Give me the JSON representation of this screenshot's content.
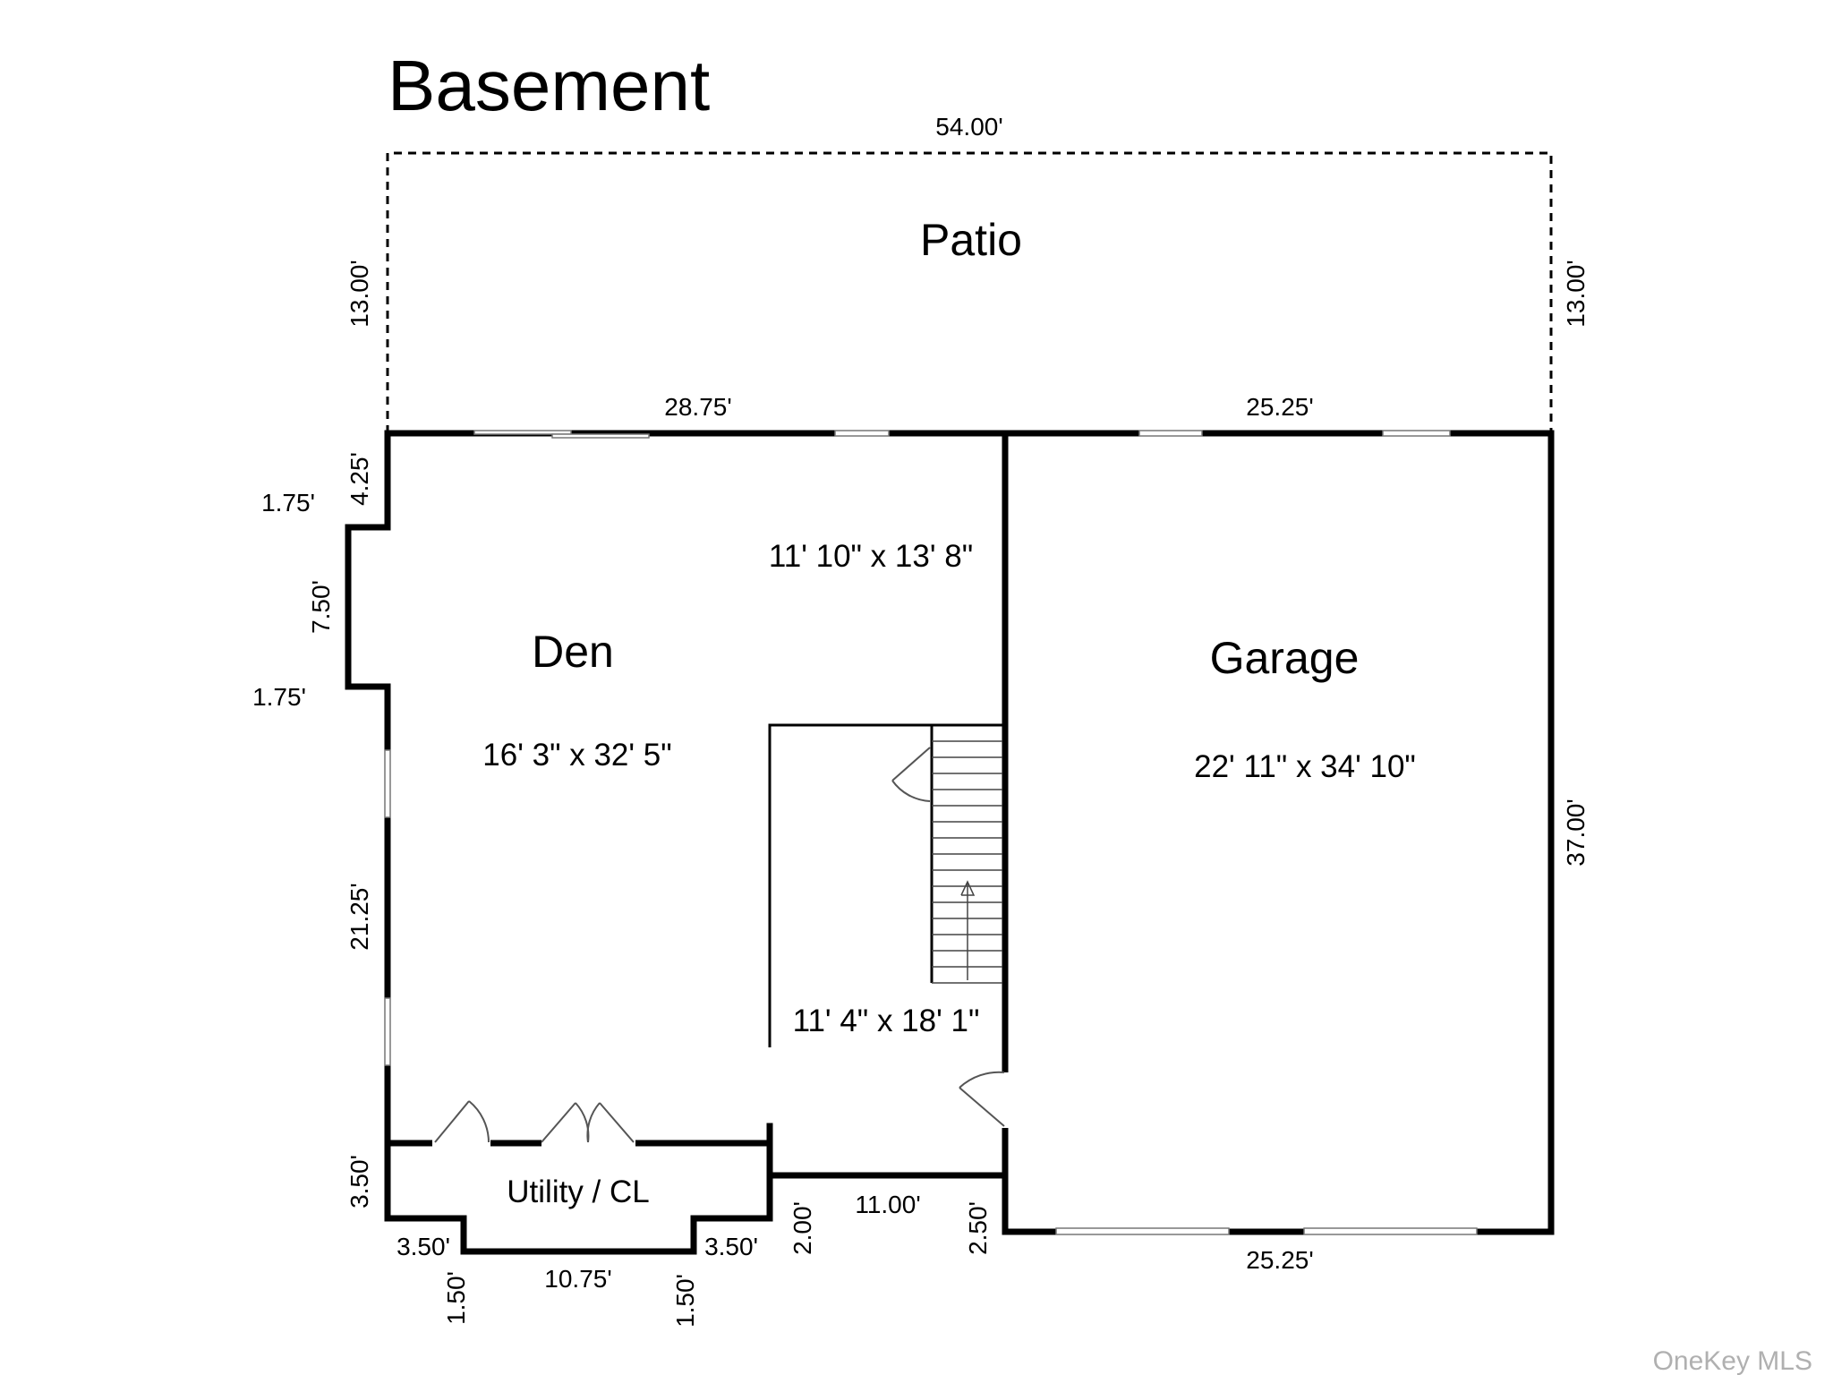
{
  "title": "Basement",
  "rooms": {
    "patio": "Patio",
    "den": "Den",
    "den_size": "16' 3\" x 32' 5\"",
    "den_upper_size": "11' 10\" x 13' 8\"",
    "stair_area_size": "11' 4\" x 18' 1\"",
    "garage": "Garage",
    "garage_size": "22' 11\" x 34' 10\"",
    "utility": "Utility / CL"
  },
  "dimensions": {
    "patio_width": "54.00'",
    "patio_depth_left": "13.00'",
    "patio_depth_right": "13.00'",
    "top_left_run": "28.75'",
    "top_right_run": "25.25'",
    "left_upper": "4.25'",
    "bump_top": "1.75'",
    "bump_height": "7.50'",
    "bump_bottom": "1.75'",
    "left_lower": "21.25'",
    "utility_height": "3.50'",
    "utility_left_step": "3.50'",
    "utility_left_drop": "1.50'",
    "utility_bottom": "10.75'",
    "utility_right_drop": "1.50'",
    "utility_right_step": "3.50'",
    "stair_bottom_drop": "2.00'",
    "stair_bottom_run": "11.00'",
    "garage_left_drop": "2.50'",
    "garage_bottom": "25.25'",
    "garage_right": "37.00'"
  },
  "watermark": "OneKey MLS"
}
